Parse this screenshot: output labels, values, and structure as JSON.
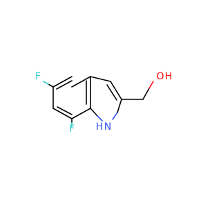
{
  "molecule": {
    "atoms": {
      "f5": "F",
      "f7": "F",
      "o": "O",
      "h_o": "H",
      "n": "N",
      "h_n": "H"
    },
    "colors": {
      "carbon": "#000000",
      "fluorine": "#33cccc",
      "oxygen": "#ff0d0d",
      "nitrogen": "#3050f8"
    }
  }
}
